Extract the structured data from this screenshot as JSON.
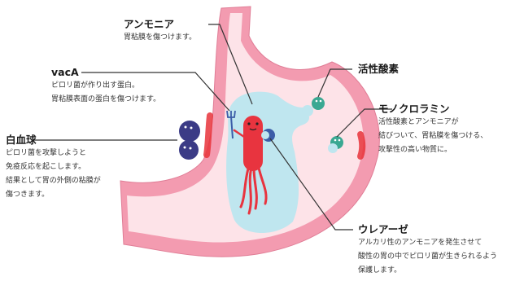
{
  "labels": {
    "ammonia": {
      "title": "アンモニア",
      "desc": [
        "胃粘膜を傷つけます。"
      ]
    },
    "vaca": {
      "title": "vacA",
      "desc": [
        "ピロリ菌が作り出す蛋白。",
        "胃粘膜表面の蛋白を傷つけます。"
      ]
    },
    "white_blood_cell": {
      "title": "白血球",
      "desc": [
        "ピロリ菌を攻撃しようと",
        "免疫反応を起こします。",
        "結果として胃の外側の粘膜が",
        "傷つきます。"
      ]
    },
    "active_oxygen": {
      "title": "活性酸素",
      "desc": []
    },
    "monochloramine": {
      "title": "モノクロラミン",
      "desc": [
        "活性酸素とアンモニアが",
        "結びついて、胃粘膜を傷つける、",
        "攻撃性の高い物質に。"
      ]
    },
    "urease": {
      "title": "ウレアーゼ",
      "desc": [
        "アルカリ性のアンモニアを発生させて",
        "酸性の胃の中でピロリ菌が生きられるよう",
        "保護します。"
      ]
    }
  },
  "colors": {
    "stomach_wall": "#f39bb0",
    "stomach_inner": "#fde3e8",
    "ammonia_cloud": "#bfe6ef",
    "bacterium": "#e8343f",
    "white_blood_cell": "#3b3b86",
    "active_oxygen": "#3aa892",
    "urease": "#3c5da8",
    "inflammation": "#e8323a",
    "leader_line": "#333333"
  }
}
